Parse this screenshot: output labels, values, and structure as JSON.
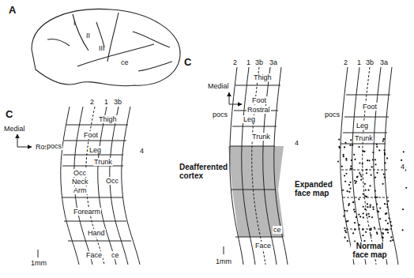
{
  "diagram": {
    "labels": [
      "A",
      "I",
      "II",
      "III",
      "ce",
      "C",
      "Medial",
      "Rostral",
      "2",
      "1",
      "3b",
      "Thigh",
      "Foot",
      "pocs",
      "4",
      "Leg",
      "Trunk",
      "Occ",
      "Neck",
      "Arm",
      "Occ",
      "Forearm",
      "Hand",
      "Face",
      "ce",
      "1mm",
      "C",
      "Medial",
      "Rostral",
      "2",
      "1",
      "3b",
      "3a",
      "Thigh",
      "pocs",
      "Foot",
      "Leg",
      "Trunk",
      "4",
      "Deafferented cortex",
      "Face",
      "ce",
      "1mm",
      "2",
      "1",
      "3b",
      "3a",
      "Foot",
      "pocs",
      "Leg",
      "Trunk",
      "4",
      "Expanded face map",
      "Normal face map"
    ]
  }
}
